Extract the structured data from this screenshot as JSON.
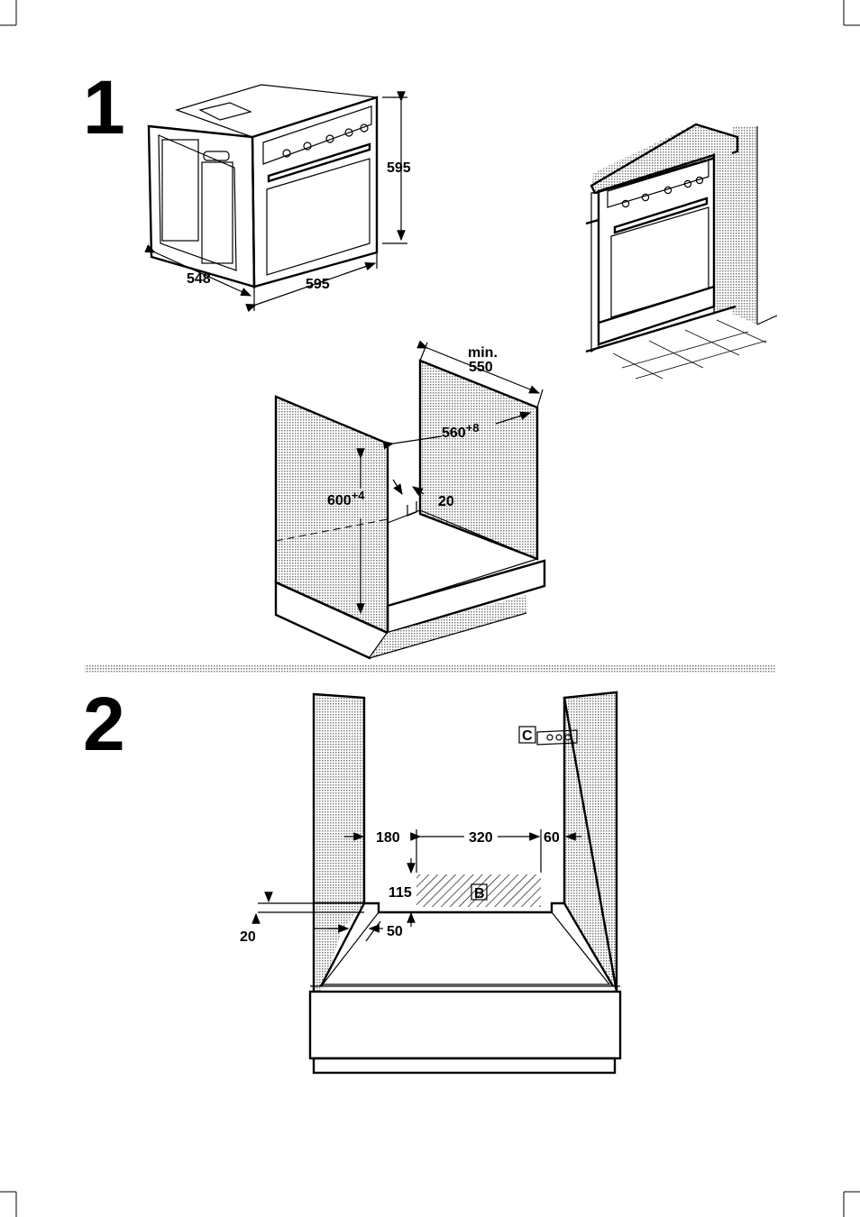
{
  "steps": {
    "one": "1",
    "two": "2"
  },
  "fig1": {
    "oven_height": "595",
    "oven_width": "595",
    "oven_depth": "548",
    "niche_depth_min": "min.",
    "niche_depth_value": "550",
    "niche_width": "560",
    "niche_width_tol": "+8",
    "niche_height": "600",
    "niche_height_tol": "+4",
    "back_gap": "20"
  },
  "fig2": {
    "left_offset": "180",
    "opening_width": "320",
    "right_offset": "60",
    "opening_height": "115",
    "label_b": "B",
    "label_c": "C",
    "front_gap": "20",
    "floor_gap": "50"
  },
  "colors": {
    "line": "#000000",
    "shade": "#d0d0d0",
    "separator": "#a8a8a8"
  }
}
